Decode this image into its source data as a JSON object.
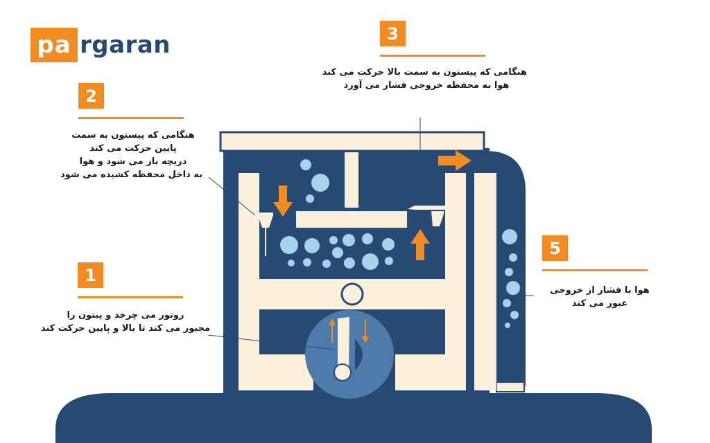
{
  "logo": {
    "prefix": "pa",
    "rest": "rgaran",
    "accent_color": "#f28b22",
    "text_color": "#264a73"
  },
  "colors": {
    "navy": "#264a73",
    "cream": "#fbf0dc",
    "bubble": "#a6d3ea",
    "arrow": "#f28b22"
  },
  "steps": [
    {
      "number": "1",
      "lines": [
        "روتور می چرخد و  پیتون را",
        "مجبور می کند تا بالا و پایین حرکت کند"
      ]
    },
    {
      "number": "2",
      "lines": [
        "هنگامی که پیستون به سمت",
        "پایین حرکت می کند",
        "دریچه باز می شود و هوا",
        "به داخل محفظه کشیده می شود"
      ]
    },
    {
      "number": "3",
      "lines": [
        "هنگامی که پیستون به سمت بالا حرکت می کند",
        "هوا به محفظه خروجی فشار می آورد"
      ]
    },
    {
      "number": "5",
      "lines": [
        "هوا با فشار از خروجی",
        "عبور می کند"
      ]
    }
  ]
}
